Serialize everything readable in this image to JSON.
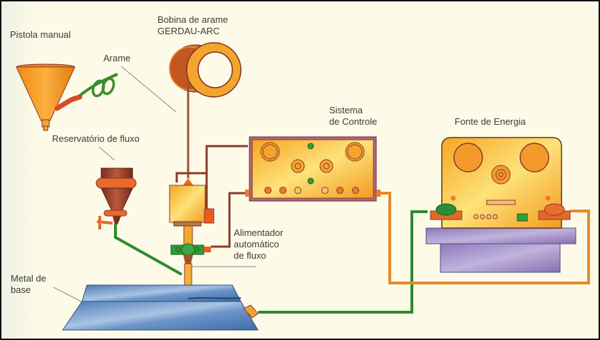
{
  "diagram": {
    "title": "Soldagem a arco submerso - esquema do equipamento",
    "labels": {
      "pistola": "Pistola manual",
      "bobina_line1": "Bobina de arame",
      "bobina_line2": "GERDAU-ARC",
      "arame": "Arame",
      "reservatorio": "Reservatório de fluxo",
      "sistema_line1": "Sistema",
      "sistema_line2": "de Controle",
      "fonte": "Fonte de Energia",
      "alimentador_line1": "Alimentador",
      "alimentador_line2": "automático",
      "alimentador_line3": "de fluxo",
      "metal_line1": "Metal de",
      "metal_line2": "base"
    },
    "colors": {
      "background": "#fdfbe8",
      "orange": "#f39a1e",
      "yellow": "#fbc531",
      "brown": "#8a3b2a",
      "green_cable": "#2e8b2e",
      "orange_cable": "#e8892a",
      "steel_blue": "#6d95c8",
      "purple_base": "#9a88c6",
      "frame": "#111111"
    }
  }
}
